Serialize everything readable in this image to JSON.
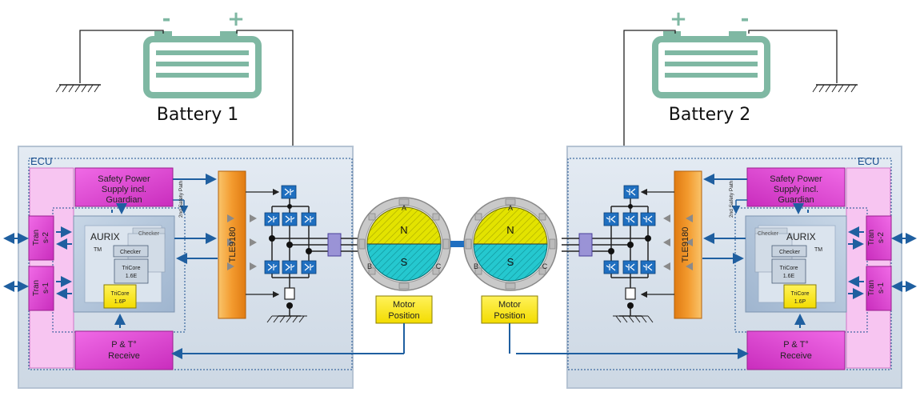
{
  "batteries": [
    {
      "label": "Battery 1",
      "minus": "-",
      "plus": "+"
    },
    {
      "label": "Battery 2",
      "minus": "-",
      "plus": "+"
    }
  ],
  "ecu": [
    {
      "label": "ECU",
      "safety_supply": [
        "Safety Power",
        "Supply incl.",
        "Guardian"
      ],
      "safety_path": "2nd Safety Path",
      "aurix": "AURIX",
      "tm": "TM",
      "checker": "Checker",
      "tricore_checker": [
        "TriCore",
        "1.6E"
      ],
      "tricore_main": [
        "TriCore",
        "1.6P"
      ],
      "driver": "TLE9180",
      "trans_top": [
        "Tran",
        "s-2"
      ],
      "trans_bottom": [
        "Tran",
        "s-1"
      ],
      "receive": [
        "P & T°",
        "Receive"
      ]
    },
    {
      "label": "ECU",
      "safety_supply": [
        "Safety Power",
        "Supply incl.",
        "Guardian"
      ],
      "safety_path": "2nd Safety Path",
      "aurix": "AURIX",
      "tm": "TM",
      "checker": "Checker",
      "tricore_checker": [
        "TriCore",
        "1.6E"
      ],
      "tricore_main": [
        "TriCore",
        "1.6P"
      ],
      "driver": "TLE9180",
      "trans_top": [
        "Tran",
        "s-2"
      ],
      "trans_bottom": [
        "Tran",
        "s-1"
      ],
      "receive": [
        "P & T°",
        "Receive"
      ]
    }
  ],
  "motors": [
    {
      "phases": [
        "A",
        "B",
        "C"
      ],
      "poles": [
        "N",
        "S"
      ],
      "position": [
        "Motor",
        "Position"
      ]
    },
    {
      "phases": [
        "A",
        "B",
        "C"
      ],
      "poles": [
        "N",
        "S"
      ],
      "position": [
        "Motor",
        "Position"
      ]
    }
  ]
}
